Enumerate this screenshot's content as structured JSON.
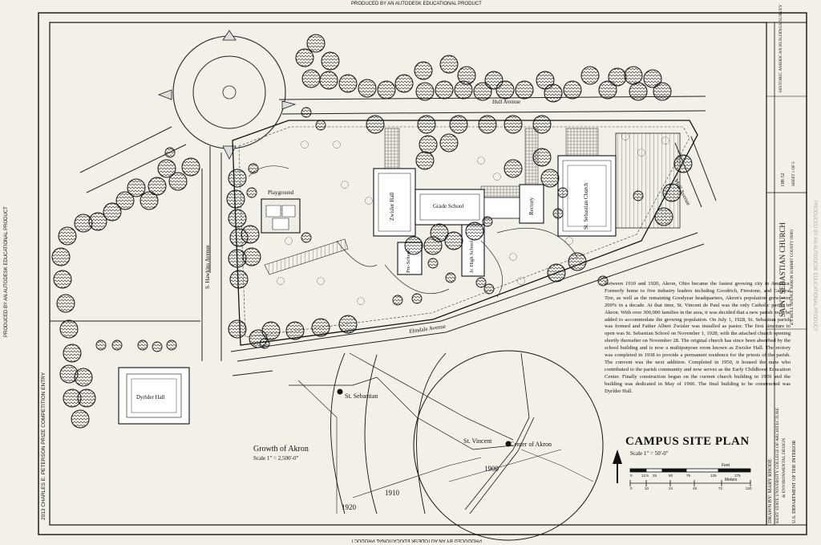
{
  "header": {
    "top_notice": "PRODUCED BY AN AUTODESK EDUCATIONAL PRODUCT",
    "bottom_notice": "PRODUCED BY AN AUTODESK EDUCATIONAL PRODUCT",
    "left_notice": "PRODUCED BY AN AUTODESK EDUCATIONAL PRODUCT",
    "right_notice": "PRODUCED BY AN AUTODESK EDUCATIONAL PRODUCT"
  },
  "border_left_caption": "2013 CHARLES E. PETERSON PRIZE COMPETITION ENTRY",
  "site_plan": {
    "streets": {
      "hull_avenue": "Hull Avenue",
      "mull_avenue": "Mull Avenue",
      "s_hawkins_avenue": "S. Hawkins Avenue",
      "elmdale_avenue": "Elmdale Avenue"
    },
    "buildings": {
      "playground": "Playground",
      "zwisler_hall": "Zwisler Hall",
      "grade_school": "Grade School",
      "rectory": "Rectory",
      "church": "St. Sebastian Church",
      "preschool": "Pre-School",
      "jr_high": "Jr. High School",
      "dyrlder_hall": "Dyrlder Hall"
    }
  },
  "growth_map": {
    "title": "Growth of Akron",
    "scale": "Scale 1\" = 2,500'-0\"",
    "labels": {
      "st_sebastian": "St. Sebastian",
      "st_vincent": "St. Vincent",
      "center": "Center of Akron",
      "ring_1900": "1900",
      "ring_1910": "1910",
      "ring_1920": "1920"
    }
  },
  "campus_title": {
    "title": "CAMPUS SITE PLAN",
    "scale": "Scale 1\" = 50'-0\"",
    "scale_bar_feet": [
      "0",
      "12.5",
      "25",
      "50",
      "75",
      "125",
      "175"
    ],
    "scale_bar_meters": [
      "0",
      "10",
      "24",
      "48",
      "72",
      "120"
    ],
    "unit_feet": "Feet",
    "unit_meters": "Meters"
  },
  "narrative": "Between 1910 and 1920, Akron, Ohio became the fastest growing city in America. Formerly home to five industry leaders including Goodrich, Firestone, and General Tire, as well as the remaining Goodyear headquarters, Akron's population grew over 200% in a decade. At that time, St. Vincent de Paul was the only Catholic parish in Akron. With over 300,000 families in the area, it was decided that a new parish must be added to accommodate the growing population. On July 1, 1928, St. Sebastian parish was formed and Father Albert Zwisler was installed as pastor. The first structure to open was St. Sebastian School on November 1, 1928, with the attached church opening shortly thereafter on November 28. The original church has since been absorbed by the school building and is now a multipurpose room known as Zwisler Hall. The rectory was completed in 1938 to provide a permanent residence for the priests of the parish. The convent was the next addition. Completed in 1950, it housed the nuns who contributed to the parish community and now serves as the Early Childhood Education Center. Finally construction began on the current church building in 1959 and the building was dedicated in May of 1960. The final building to be constructed was Dyrlder Hall.",
  "title_block": {
    "drawn_by": "DRAWN BY: MARY RHODE",
    "school_1": "KENT STATE UNIVERSITY COLLEGE OF ARCHITECTURE",
    "school_2": "& ENVIRONMENTAL DESIGN",
    "agency": "U.S. DEPARTMENT OF THE INTERIOR",
    "project": "SAINT SEBASTIAN CHURCH",
    "address": "476 MULL AVENUE    AKRON    SUMMIT COUNTY    OHIO",
    "record": "HISTORIC AMERICAN BUILDINGS SURVEY",
    "sheet": "OH-52",
    "index": "SHEET 1 OF 5"
  }
}
